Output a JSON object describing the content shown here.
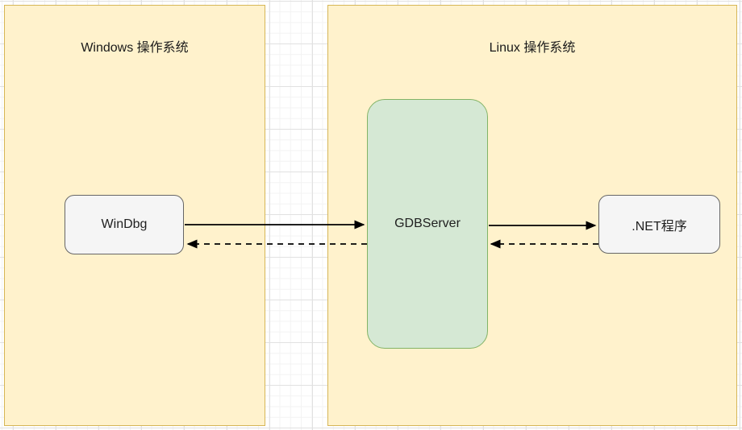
{
  "diagram": {
    "groups": [
      {
        "id": "windows-os",
        "label": "Windows 操作系统"
      },
      {
        "id": "linux-os",
        "label": "Linux 操作系统"
      }
    ],
    "nodes": [
      {
        "id": "windbg",
        "label": "WinDbg"
      },
      {
        "id": "gdbserver",
        "label": "GDBServer"
      },
      {
        "id": "dotnet-app",
        "label": ".NET程序"
      }
    ],
    "edges": [
      {
        "from": "WinDbg",
        "to": "GDBServer",
        "style": "solid",
        "direction": "right"
      },
      {
        "from": "GDBServer",
        "to": "WinDbg",
        "style": "dashed",
        "direction": "left"
      },
      {
        "from": "GDBServer",
        "to": ".NET程序",
        "style": "solid",
        "direction": "right"
      },
      {
        "from": ".NET程序",
        "to": "GDBServer",
        "style": "dashed",
        "direction": "left"
      }
    ],
    "colors": {
      "group_fill": "#FFF2CC",
      "group_border": "#D6B656",
      "server_fill": "#D5E8D4",
      "server_border": "#82B366",
      "node_fill": "#F5F5F5",
      "node_border": "#666666",
      "edge": "#000000",
      "grid_minor": "#F3F3F3",
      "grid_major": "#E1E1E1"
    }
  }
}
